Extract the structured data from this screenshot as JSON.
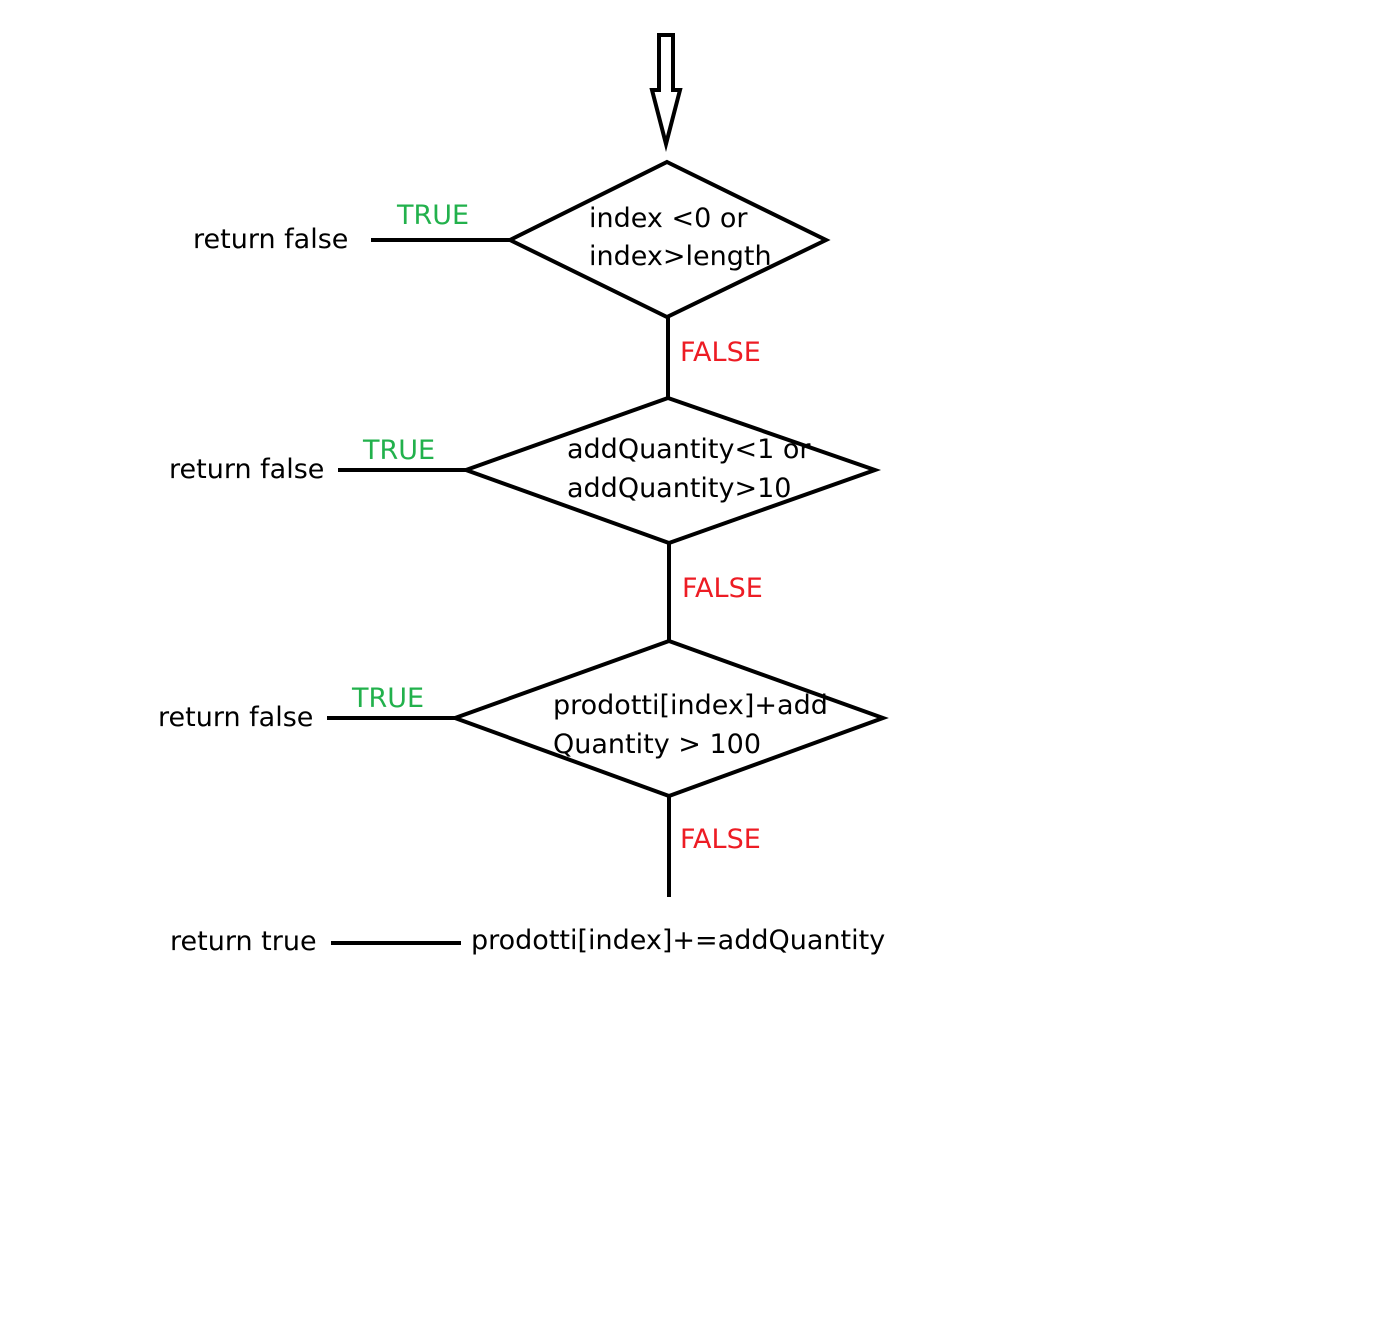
{
  "colors": {
    "line": "#000000",
    "true_label": "#22b14c",
    "false_label": "#ed1c24",
    "background": "#ffffff"
  },
  "decisions": [
    {
      "condition_lines": [
        "index <0 or",
        "index>length"
      ],
      "true_label": "TRUE",
      "true_result": "return false",
      "false_label": "FALSE"
    },
    {
      "condition_lines": [
        "addQuantity<1 or",
        "addQuantity>10"
      ],
      "true_label": "TRUE",
      "true_result": "return false",
      "false_label": "FALSE"
    },
    {
      "condition_lines": [
        "prodotti[index]+add",
        "Quantity > 100"
      ],
      "true_label": "TRUE",
      "true_result": "return false",
      "false_label": "FALSE"
    }
  ],
  "final_step": {
    "statement": "prodotti[index]+=addQuantity",
    "result": "return true"
  }
}
